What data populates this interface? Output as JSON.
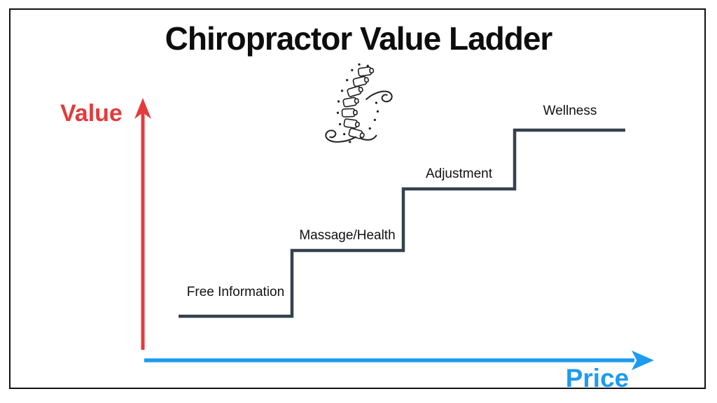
{
  "title": "Chiropractor Value Ladder",
  "axes": {
    "value_label": "Value",
    "price_label": "Price"
  },
  "ladder": {
    "steps": [
      {
        "label": "Free Information",
        "level": 1
      },
      {
        "label": "Massage/Health",
        "level": 2
      },
      {
        "label": "Adjustment",
        "level": 3
      },
      {
        "label": "Wellness",
        "level": 4
      }
    ]
  },
  "icons": {
    "spine": "spine-illustration-icon"
  },
  "colors": {
    "value_red": "#e23c3c",
    "price_blue": "#1d9bf0",
    "ladder_line": "#35414d",
    "border_black": "#111111",
    "title_black": "#0d0d0d"
  }
}
